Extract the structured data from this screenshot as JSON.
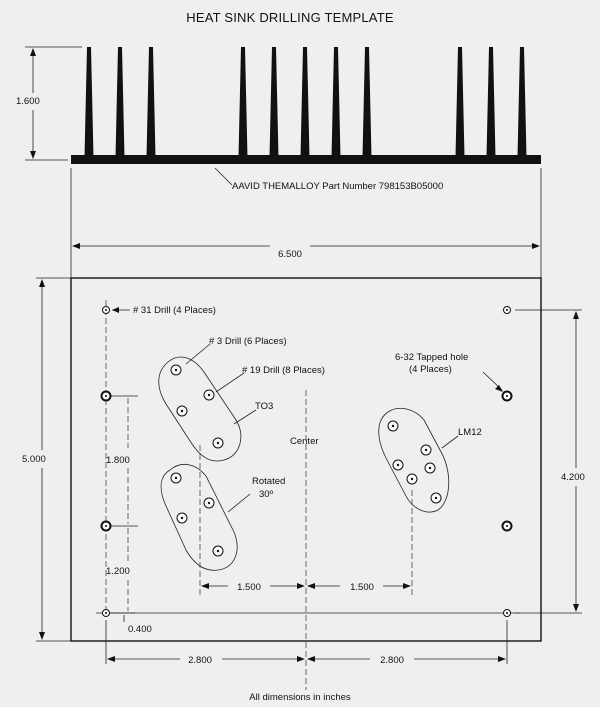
{
  "title": "HEAT SINK DRILLING TEMPLATE",
  "part_note": "AAVID THEMALLOY Part Number 798153B05000",
  "footer": "All dimensions in inches",
  "dimensions": {
    "fin_height": "1.600",
    "sink_width": "6.500",
    "plate_height": "5.000",
    "right_spacing": "4.200",
    "vert_1": "1.800",
    "vert_2": "1.200",
    "vert_3": "0.400",
    "horiz_1": "1.500",
    "horiz_2": "1.500",
    "horiz_3": "2.800",
    "horiz_4": "2.800"
  },
  "callouts": {
    "drill31": "# 31 Drill (4 Places)",
    "drill3": "# 3 Drill (6 Places)",
    "drill19": "# 19 Drill (8 Places)",
    "to3": "TO3",
    "rotated_1": "Rotated",
    "rotated_2": "30º",
    "center": "Center",
    "tapped_1": "6-32 Tapped hole",
    "tapped_2": "(4 Places)",
    "lm12": "LM12"
  }
}
